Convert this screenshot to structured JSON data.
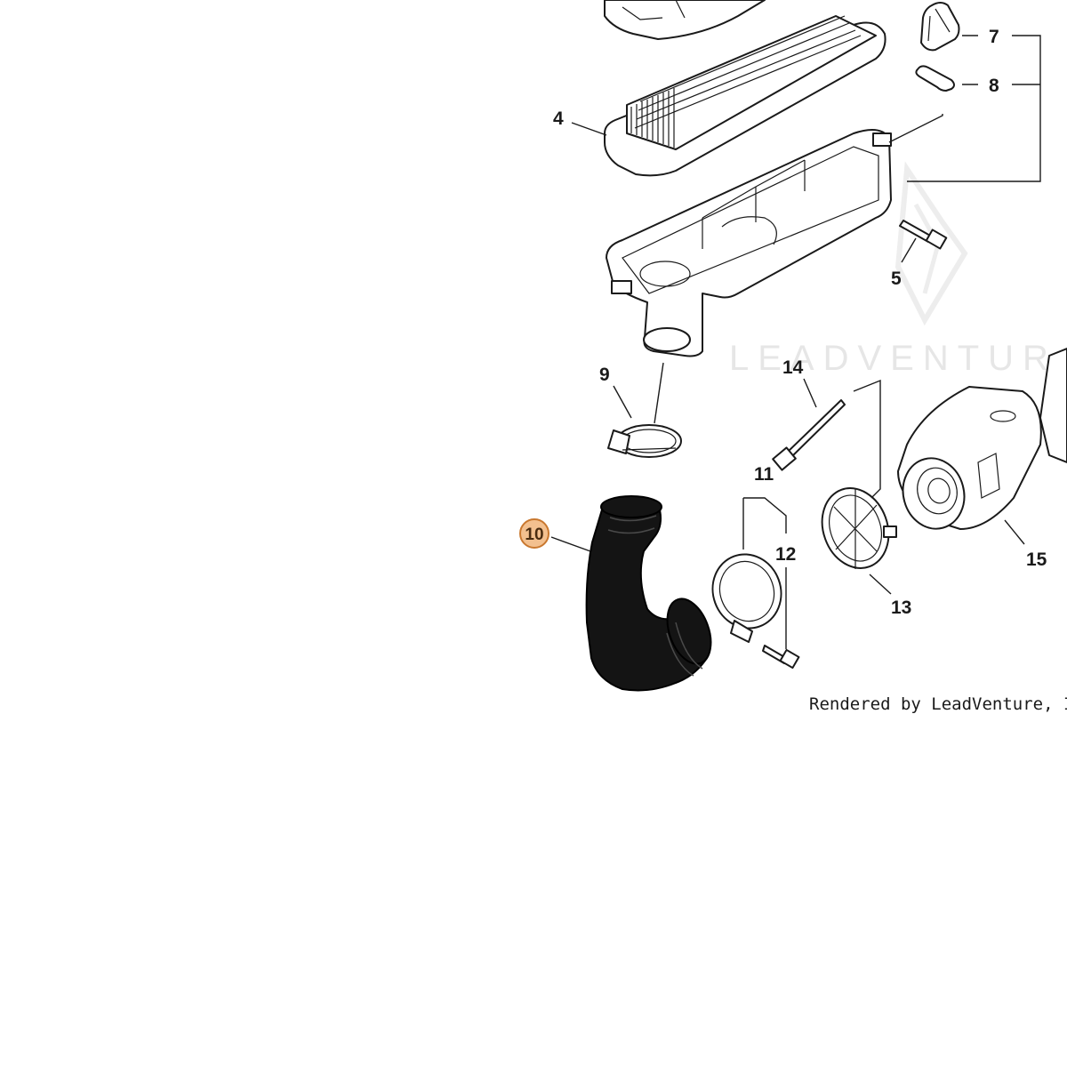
{
  "diagram": {
    "watermark": "LEADVENTUR",
    "credit": "Rendered by LeadVenture, Inc.",
    "callouts": {
      "c4": "4",
      "c5": "5",
      "c7": "7",
      "c8": "8",
      "c9": "9",
      "c10": "10",
      "c11": "11",
      "c12": "12",
      "c13": "13",
      "c14": "14",
      "c15": "15"
    },
    "highlight_color": "#f3c08f",
    "highlight_stroke": "#c9782f"
  }
}
